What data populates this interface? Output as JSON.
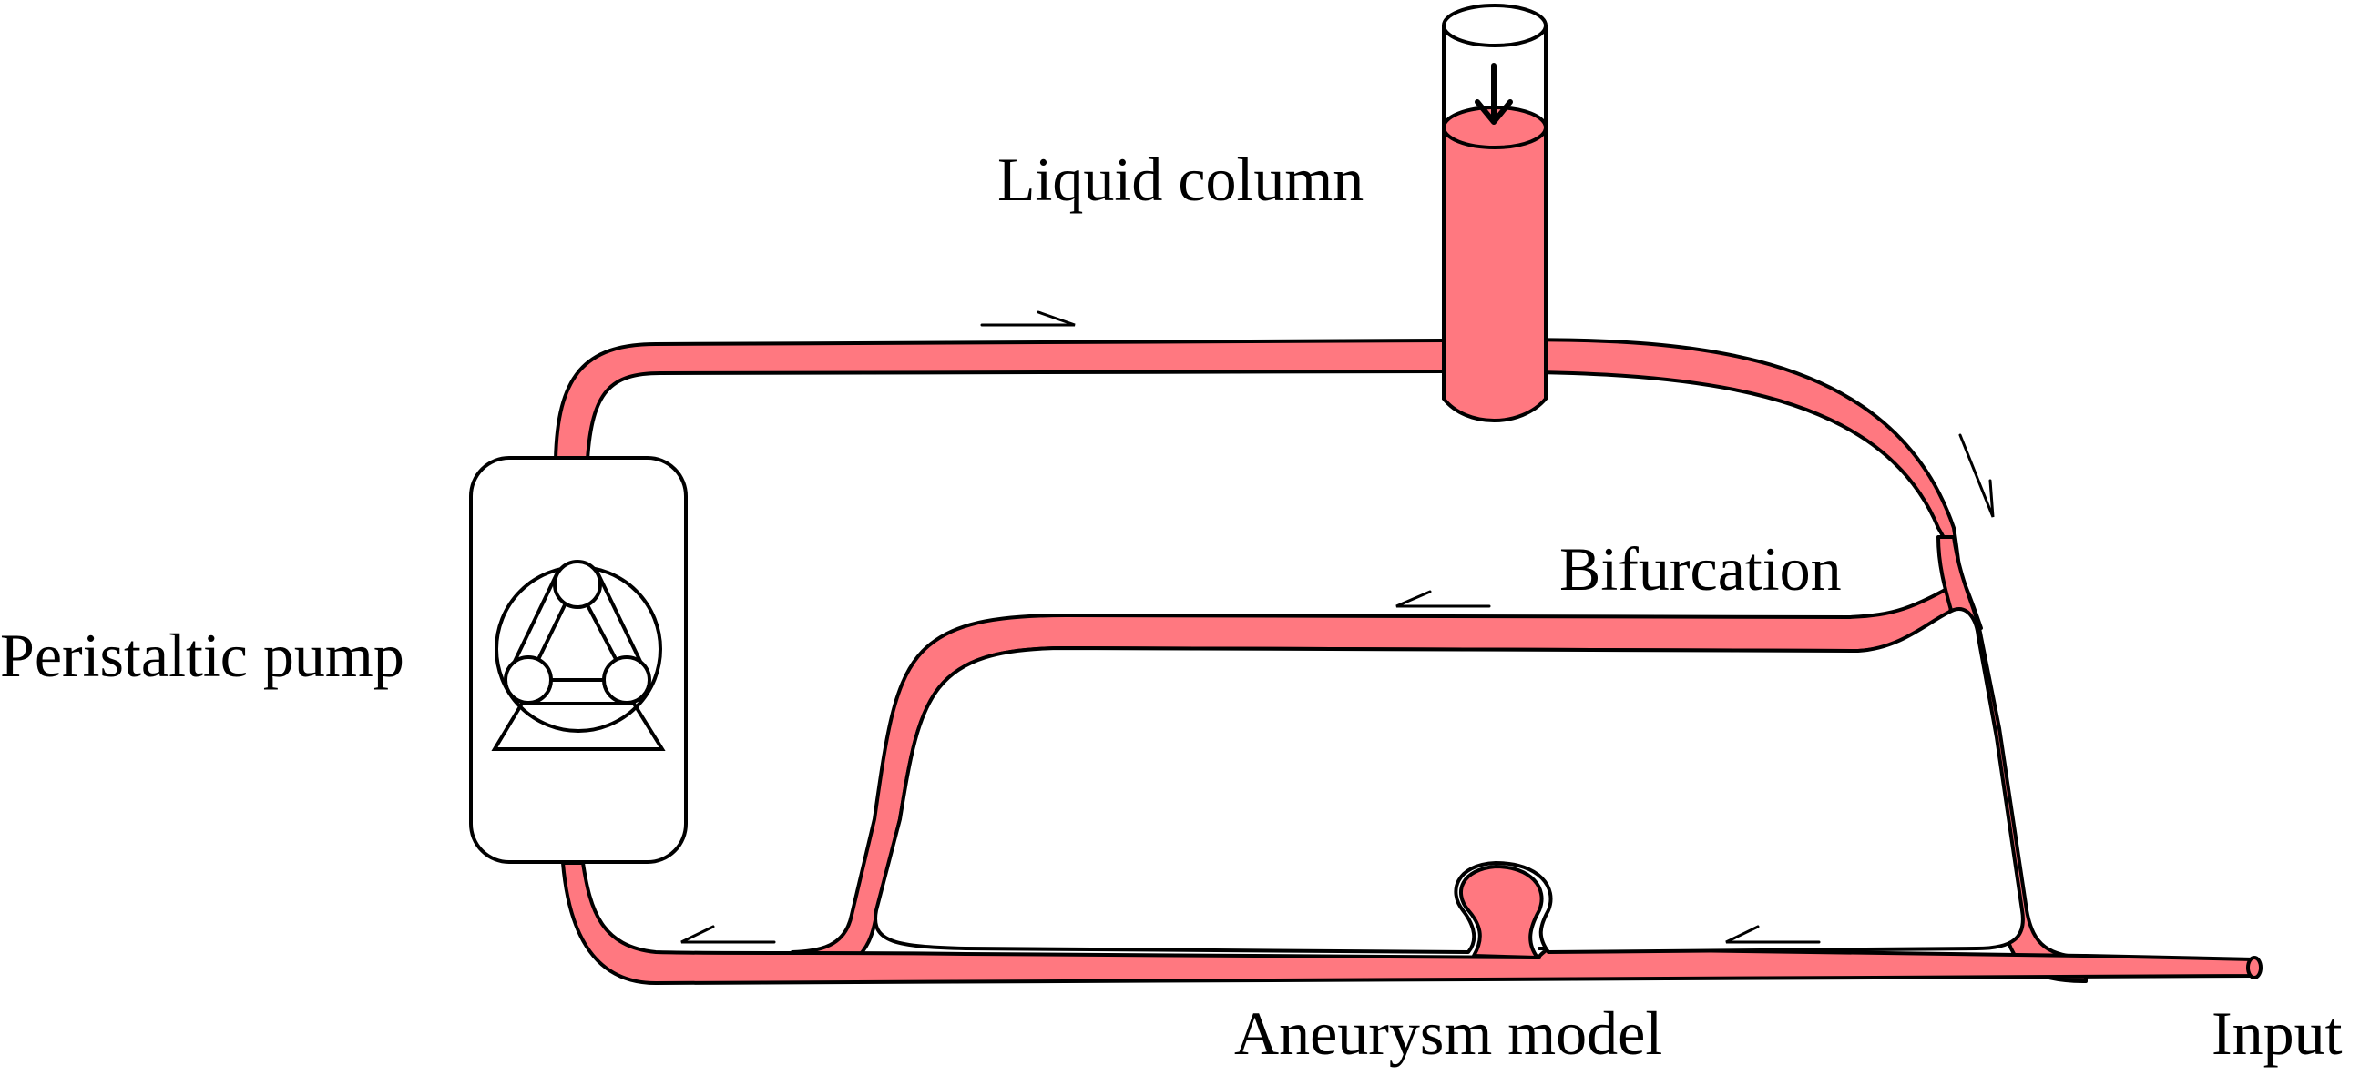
{
  "labels": {
    "liquid_column": "Liquid column",
    "bifurcation": "Bifurcation",
    "peristaltic_pump": "Peristaltic pump",
    "aneurysm_model": "Aneurysm model",
    "input": "Input"
  },
  "colors": {
    "fluid": "#ff7880",
    "outline": "#000000",
    "background": "#ffffff"
  },
  "icons": {
    "flow_arrows": "half-arrow",
    "column_arrow": "arrow-down-icon",
    "pump_rotor": "peristaltic-rotor-icon"
  }
}
